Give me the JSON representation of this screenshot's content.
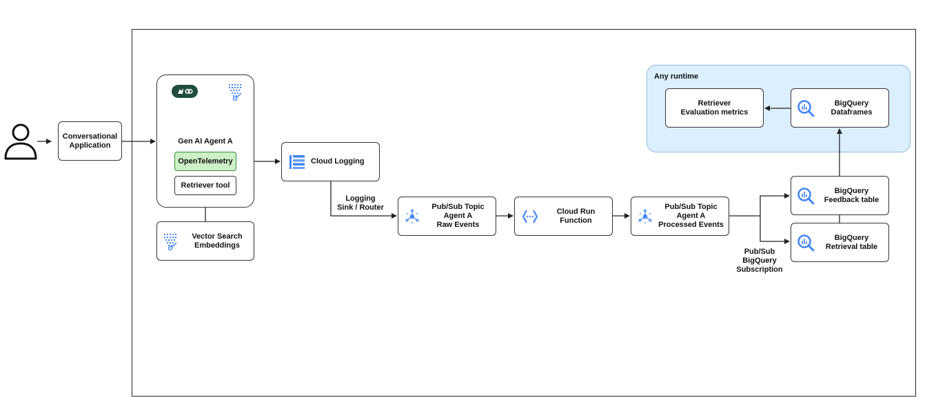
{
  "nodes": {
    "conversational_app": "Conversational\nApplication",
    "gen_ai_agent": "Gen AI Agent A",
    "opentelemetry": "OpenTelemetry",
    "retriever_tool": "Retriever tool",
    "vector_search": "Vector Search\nEmbeddings",
    "cloud_logging": "Cloud Logging",
    "pubsub_raw": "Pub/Sub Topic\nAgent A\nRaw Events",
    "cloud_run": "Cloud Run\nFunction",
    "pubsub_processed": "Pub/Sub Topic\nAgent A\nProcessed Events",
    "bq_feedback": "BigQuery\nFeedback table",
    "bq_retrieval": "BigQuery\nRetrieval table",
    "bq_dataframes": "BigQuery\nDataframes",
    "retriever_eval": "Retriever\nEvaluation metrics"
  },
  "groups": {
    "any_runtime": "Any runtime"
  },
  "edge_labels": {
    "logging_sink": "Logging\nSink / Router",
    "pubsub_bq_subscription": "Pub/Sub\nBigQuery\nSubscription"
  },
  "icons": {
    "user": "user-icon",
    "agent_badge": "bird-link-icon",
    "vertex": "vertex-ai-icon",
    "logging": "cloud-logging-icon",
    "pubsub": "pubsub-icon",
    "cloud_run": "cloud-run-function-icon",
    "bigquery": "bigquery-icon"
  },
  "colors": {
    "runtime_fill": "#dcefff",
    "otel_fill": "#cdf0c7",
    "google_blue": "#4285f4"
  }
}
